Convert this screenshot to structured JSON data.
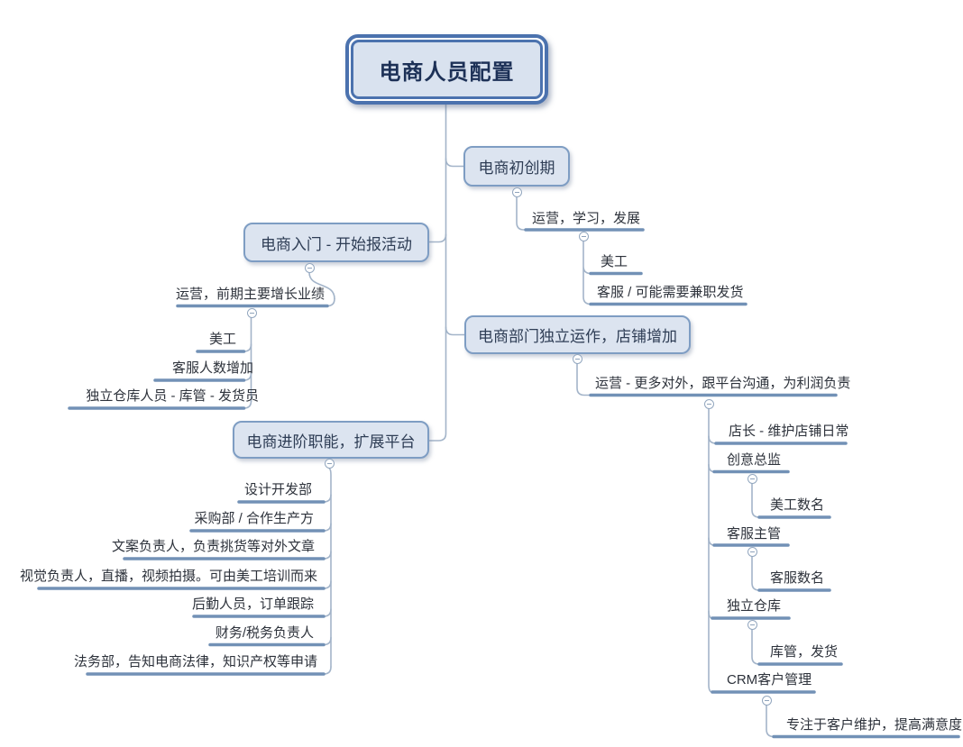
{
  "root": {
    "label": "电商人员配置"
  },
  "branch_early": {
    "title": "电商初创期",
    "summary": "运营，学习，发展",
    "children": [
      "美工",
      "客服 / 可能需要兼职发货"
    ]
  },
  "branch_entry": {
    "title": "电商入门 - 开始报活动",
    "summary": "运营，前期主要增长业绩",
    "children": [
      "美工",
      "客服人数增加",
      "独立仓库人员 - 库管 - 发货员"
    ]
  },
  "branch_independent": {
    "title": "电商部门独立运作，店铺增加",
    "summary": "运营 - 更多对外，跟平台沟通，为利润负责",
    "children": [
      {
        "label": "店长 - 维护店铺日常"
      },
      {
        "label": "创意总监",
        "child": "美工数名"
      },
      {
        "label": "客服主管",
        "child": "客服数名"
      },
      {
        "label": "独立仓库",
        "child": "库管，发货"
      },
      {
        "label": "CRM客户管理",
        "child": "专注于客户维护，提高满意度"
      }
    ]
  },
  "branch_advanced": {
    "title": "电商进阶职能，扩展平台",
    "children": [
      "设计开发部",
      "采购部 / 合作生产方",
      "文案负责人，负责挑货等对外文章",
      "视觉负责人，直播，视频拍摄。可由美工培训而来",
      "后勤人员，订单跟踪",
      "财务/税务负责人",
      "法务部，告知电商法律，知识产权等申请"
    ]
  },
  "colors": {
    "box_fill": "#dce4f0",
    "box_border": "#7e9dc3",
    "root_border": "#4b72ae",
    "underline": "#7291b6",
    "connector": "#a3b4c9",
    "text": "#2d323b",
    "root_text": "#1d3157"
  }
}
